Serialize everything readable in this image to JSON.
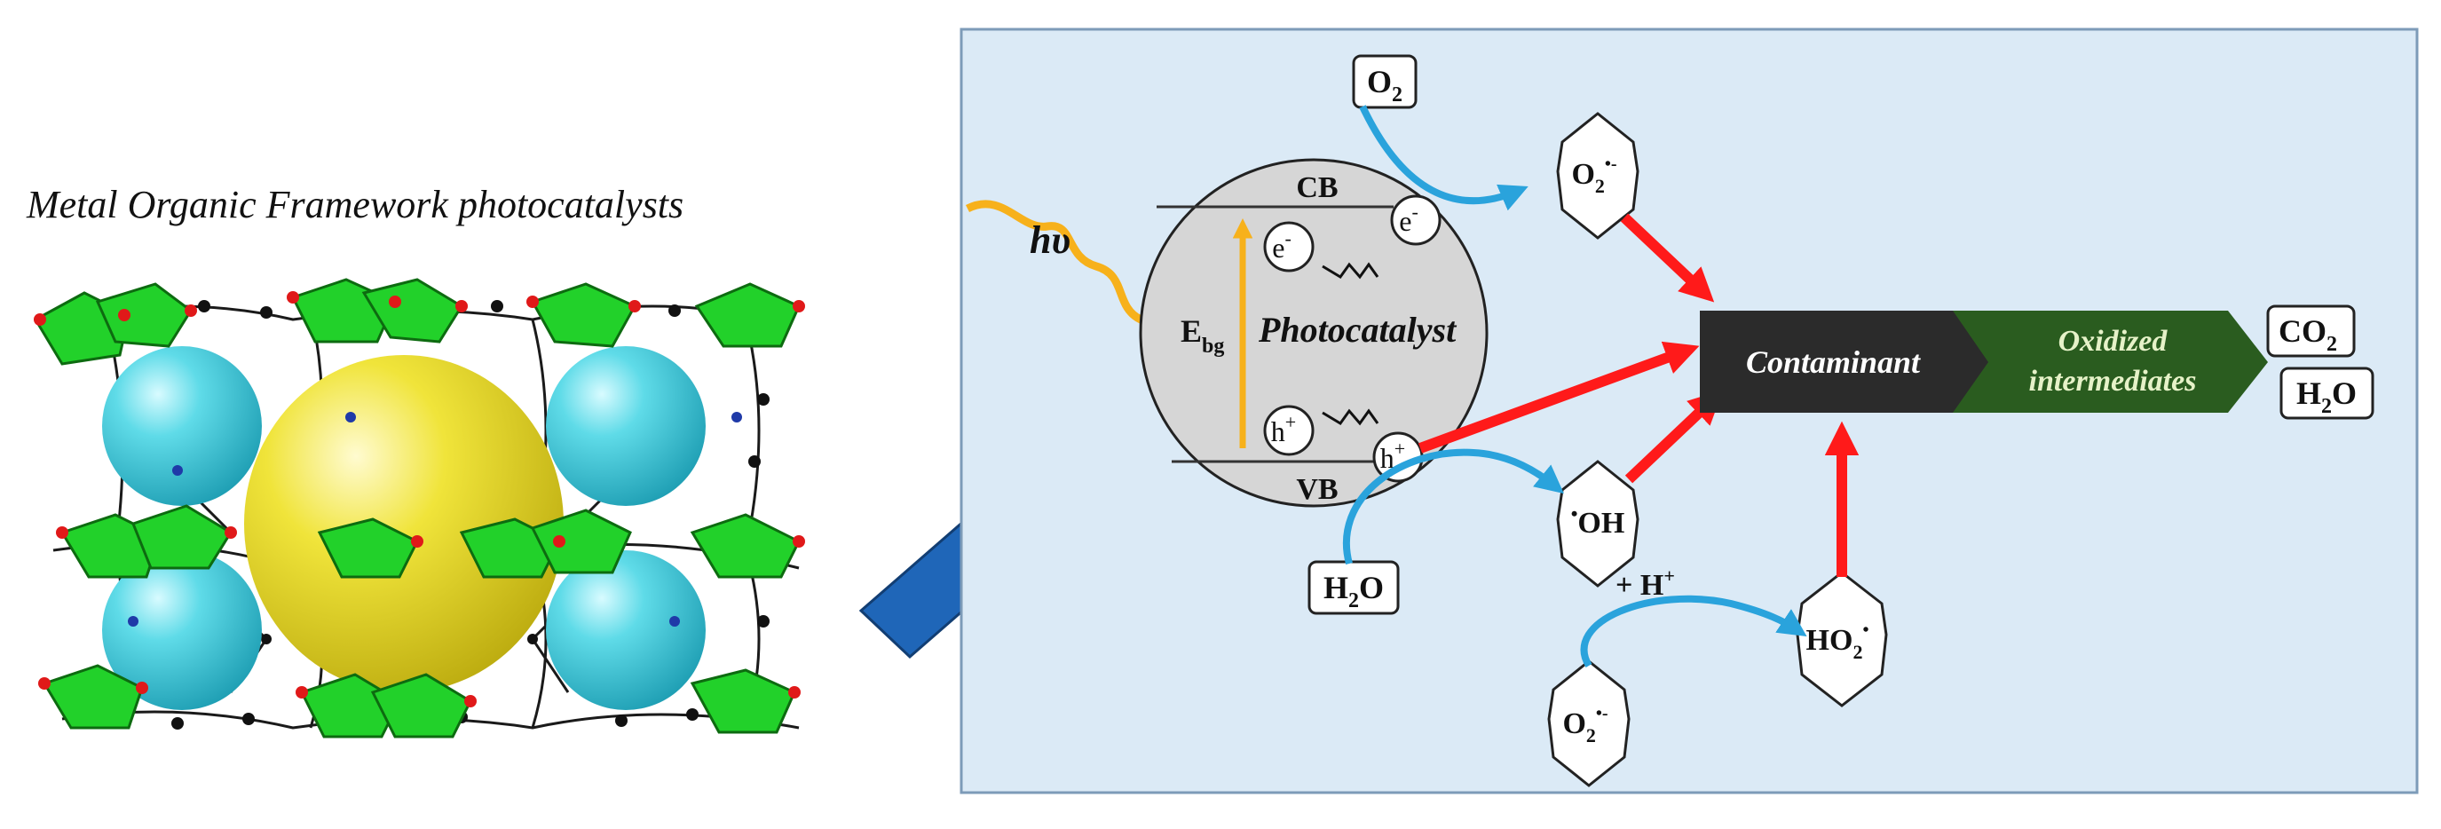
{
  "left_panel": {
    "title": "Metal Organic Framework photocatalysts"
  },
  "mechanism": {
    "light": {
      "symbol": "hυ"
    },
    "catalyst": {
      "label": "Photocatalyst",
      "cb": "CB",
      "vb": "VB",
      "gap_main": "E",
      "gap_sub": "bg",
      "electron": {
        "base": "e",
        "sup": "-"
      },
      "hole": {
        "base": "h",
        "sup": "+"
      }
    },
    "species": {
      "o2_base": "O",
      "o2_sub": "2",
      "h2o_a": "H",
      "h2o_sub": "2",
      "h2o_b": "O",
      "superoxide_base": "O",
      "superoxide_sub": "2",
      "superoxide_sup": "•-",
      "hydroxyl_dot": "•",
      "hydroxyl_base": "OH",
      "hydroperoxyl_base": "HO",
      "hydroperoxyl_sub": "2",
      "hydroperoxyl_sup": "•",
      "proton_prefix": "+ H",
      "proton_sup": "+",
      "co2_base": "CO",
      "co2_sub": "2"
    },
    "chain": {
      "contaminant": "Contaminant",
      "oxidized_line1": "Oxidized",
      "oxidized_line2": "intermediates"
    },
    "colors": {
      "panel_bg": "#dbeaf6",
      "panel_border": "#7d9bb8",
      "arrow_red": "#ff1a1a",
      "arrow_blue": "#2aa3dc",
      "light_wave": "#f7b11b",
      "contaminant_bg": "#2b2b2b",
      "oxidized_bg": "#2a5c1f",
      "big_arrow": "#1f66b8"
    }
  }
}
